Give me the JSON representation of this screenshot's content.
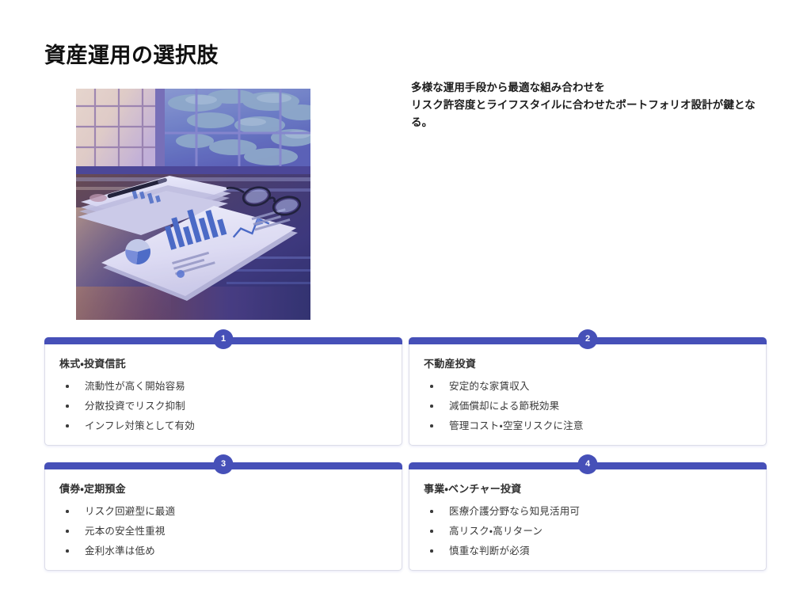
{
  "slide": {
    "title": "資産運用の選択肢",
    "lead_lines": [
      "多様な運用手段から最適な組み合わせを",
      "リスク許容度とライフスタイルに合わせたポートフォリオ設計が鍵となる。"
    ],
    "image": {
      "alt": "窓辺の木製デスクに広げられた金融レポートとグラフ資料、眼鏡とペン",
      "description": "financial-report-documents-on-desk-photo"
    },
    "accent_color": "#4650b8",
    "card_border_color": "#dcdde8",
    "background_color": "#ffffff",
    "cards": [
      {
        "number": "1",
        "title": "株式・投資信託",
        "bullets": [
          "流動性が高く開始容易",
          "分散投資でリスク抑制",
          "インフレ対策として有効"
        ]
      },
      {
        "number": "2",
        "title": "不動産投資",
        "bullets": [
          "安定的な家賃収入",
          "減価償却による節税効果",
          "管理コスト・空室リスクに注意"
        ]
      },
      {
        "number": "3",
        "title": "債券・定期預金",
        "bullets": [
          "リスク回避型に最適",
          "元本の安全性重視",
          "金利水準は低め"
        ]
      },
      {
        "number": "4",
        "title": "事業・ベンチャー投資",
        "bullets": [
          "医療介護分野なら知見活用可",
          "高リスク・高リターン",
          "慎重な判断が必須"
        ]
      }
    ]
  }
}
